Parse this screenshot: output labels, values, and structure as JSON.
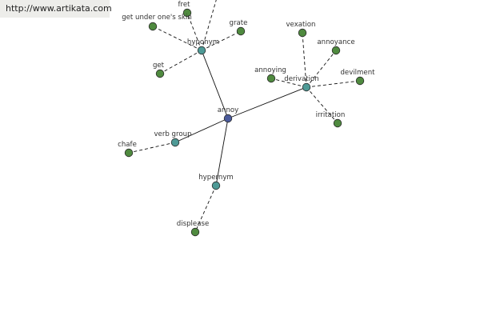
{
  "watermark": {
    "text": "http://www.artikata.com"
  },
  "colors": {
    "center_node": "#4a5a9b",
    "relation_node": "#4e9a96",
    "leaf_node": "#4f8a3f",
    "node_stroke": "#2a2a2a",
    "edge": "#111111"
  },
  "graph": {
    "center": {
      "id": "annoy",
      "label": "annoy"
    },
    "relations": [
      {
        "id": "rel-hyponym",
        "label": "hyponym"
      },
      {
        "id": "rel-derivation",
        "label": "derivation"
      },
      {
        "id": "rel-verb-group",
        "label": "verb group"
      },
      {
        "id": "rel-hypernym",
        "label": "hypernym"
      }
    ],
    "leaves": [
      {
        "id": "fret",
        "label": "fret",
        "relation": "rel-hyponym"
      },
      {
        "id": "get-under-skin",
        "label": "get under one's skin",
        "relation": "rel-hyponym"
      },
      {
        "id": "grate",
        "label": "grate",
        "relation": "rel-hyponym"
      },
      {
        "id": "get",
        "label": "get",
        "relation": "rel-hyponym"
      },
      {
        "id": "offscreen",
        "label": "",
        "relation": "rel-hyponym"
      },
      {
        "id": "vexation",
        "label": "vexation",
        "relation": "rel-derivation"
      },
      {
        "id": "annoyance",
        "label": "annoyance",
        "relation": "rel-derivation"
      },
      {
        "id": "annoying",
        "label": "annoying",
        "relation": "rel-derivation"
      },
      {
        "id": "devilment",
        "label": "devilment",
        "relation": "rel-derivation"
      },
      {
        "id": "irritation",
        "label": "irritation",
        "relation": "rel-derivation"
      },
      {
        "id": "chafe",
        "label": "chafe",
        "relation": "rel-verb-group"
      },
      {
        "id": "displease",
        "label": "displease",
        "relation": "rel-hypernym"
      }
    ]
  }
}
